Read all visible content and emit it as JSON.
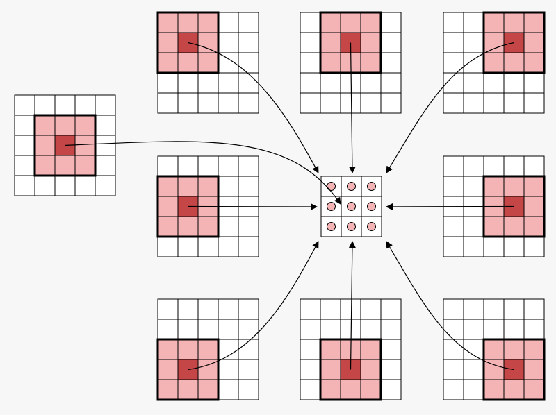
{
  "colors": {
    "background": "#f7f7f7",
    "grid_line": "#000000",
    "cell_fill": "#ffffff",
    "window_fill": "#f4b3b5",
    "center_fill": "#c44646",
    "dot_fill": "#f4b3b5",
    "arrow": "#000000"
  },
  "diagram": {
    "grid_size": 5,
    "window_size": 3,
    "grids": [
      {
        "id": "left-extra",
        "window": [
          1,
          1
        ]
      },
      {
        "id": "top-left",
        "window": [
          0,
          0
        ]
      },
      {
        "id": "top-center",
        "window": [
          0,
          1
        ]
      },
      {
        "id": "top-right",
        "window": [
          0,
          2
        ]
      },
      {
        "id": "middle-left",
        "window": [
          1,
          0
        ]
      },
      {
        "id": "middle-right",
        "window": [
          1,
          2
        ]
      },
      {
        "id": "bottom-left",
        "window": [
          2,
          0
        ]
      },
      {
        "id": "bottom-center",
        "window": [
          2,
          1
        ]
      },
      {
        "id": "bottom-right",
        "window": [
          2,
          2
        ]
      }
    ],
    "output_grid": {
      "size": 3
    }
  }
}
